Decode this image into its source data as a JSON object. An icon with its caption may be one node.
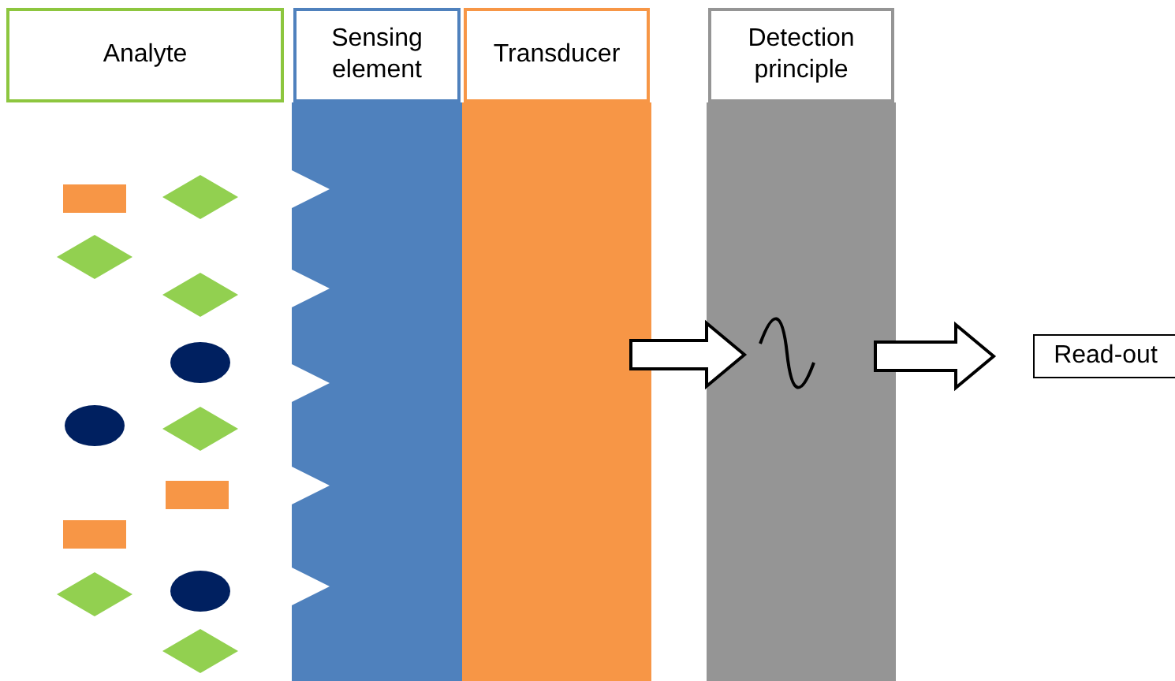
{
  "diagram": {
    "nodes": [
      {
        "text": [
          "Analyte"
        ]
      },
      {
        "text": [
          "Sensing element"
        ]
      },
      {
        "text": [
          "Transducer"
        ]
      },
      {
        "text": [
          "Detection principle"
        ]
      },
      {
        "text": [
          "Read-out"
        ]
      }
    ],
    "edges": [
      {
        "from": 2,
        "to": 3,
        "arrow": "to"
      },
      {
        "from": 3,
        "to": 4,
        "arrow": "to"
      }
    ]
  }
}
